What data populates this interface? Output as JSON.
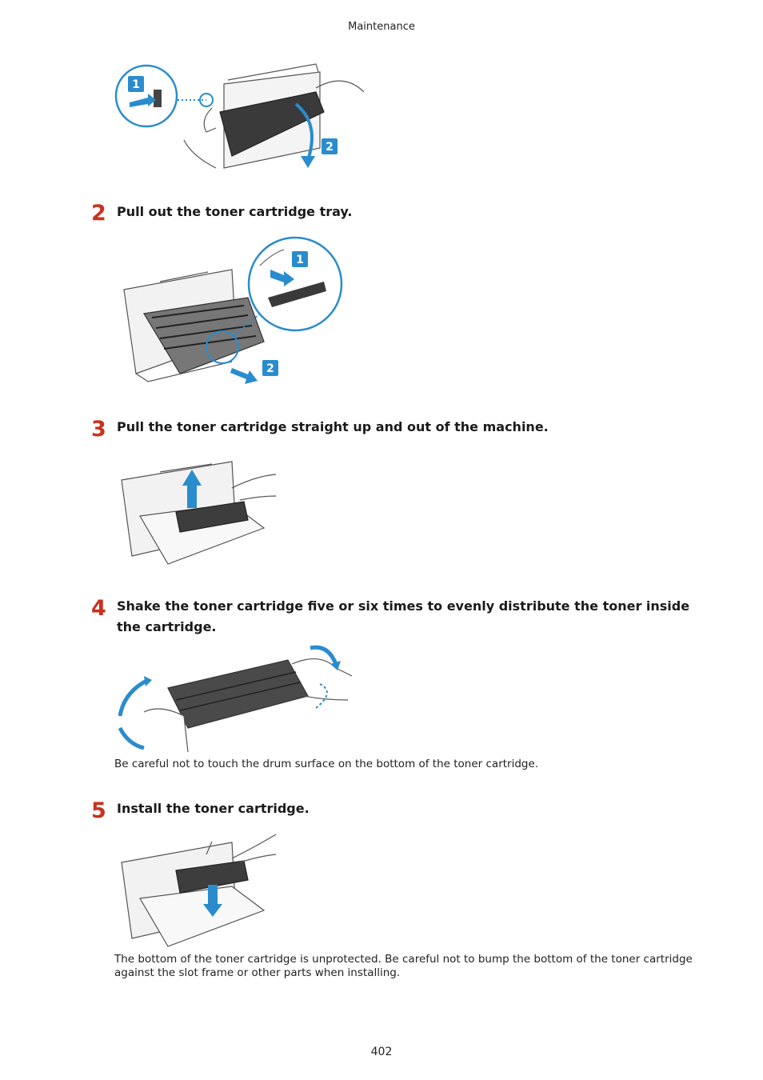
{
  "header": {
    "section": "Maintenance"
  },
  "steps": [
    {
      "number": "2",
      "text": "Pull out the toner cartridge tray."
    },
    {
      "number": "3",
      "text": "Pull the toner cartridge straight up and out of the machine."
    },
    {
      "number": "4",
      "text": "Shake the toner cartridge five or six times to evenly distribute the toner inside the cartridge."
    },
    {
      "number": "5",
      "text": "Install the toner cartridge."
    }
  ],
  "notes": {
    "step4": "Be careful not to touch the drum surface on the bottom of the toner cartridge.",
    "step5": "The bottom of the toner cartridge is unprotected. Be careful not to bump the bottom of the toner cartridge against the slot frame or other parts when installing."
  },
  "callouts": {
    "badge1": "1",
    "badge2": "2"
  },
  "colors": {
    "step_number": "#c8321e",
    "callout_blue": "#2a8ccc",
    "line_art": "#555555"
  },
  "footer": {
    "page_number": "402"
  }
}
